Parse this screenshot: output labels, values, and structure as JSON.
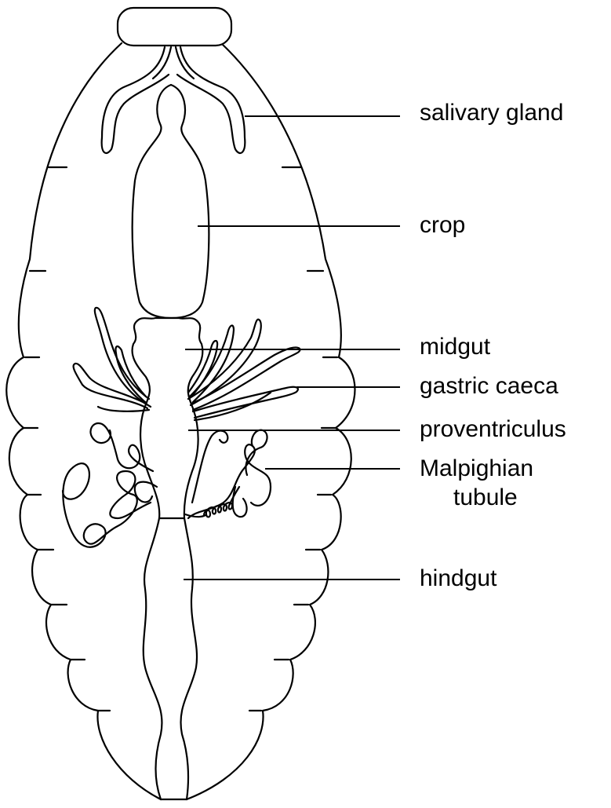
{
  "diagram": {
    "labels": {
      "salivary_gland": "salivary gland",
      "crop": "crop",
      "midgut": "midgut",
      "gastric_caeca": "gastric caeca",
      "proventriculus": "proventriculus",
      "malpighian_line1": "Malpighian",
      "malpighian_line2": "tubule",
      "hindgut": "hindgut"
    },
    "colors": {
      "ink": "#000000",
      "background": "#ffffff"
    }
  }
}
